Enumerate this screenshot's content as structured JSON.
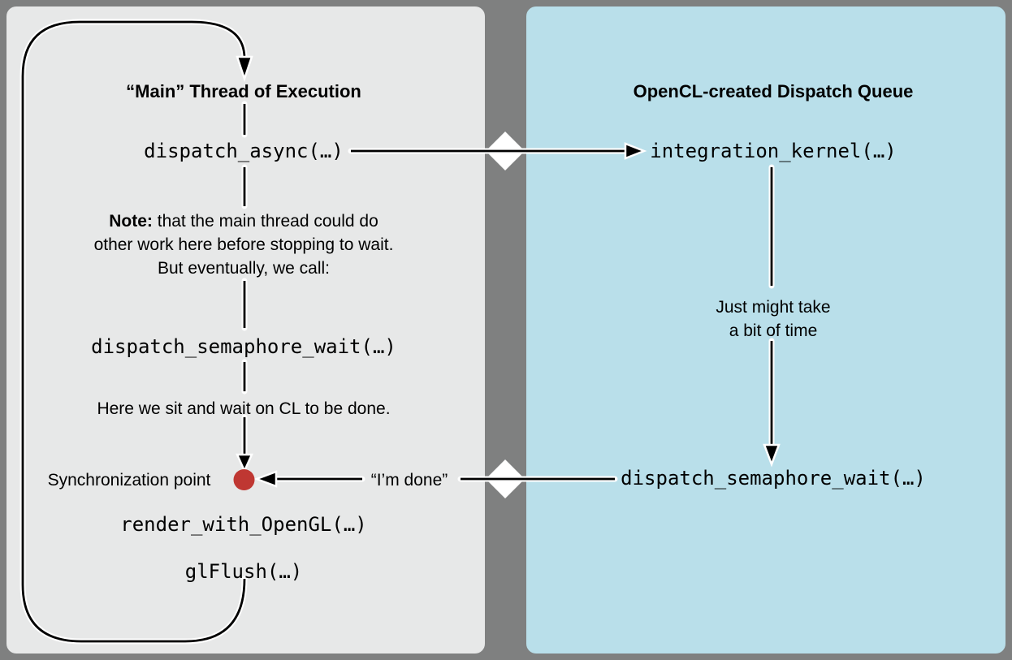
{
  "colors": {
    "background_gray": "#7f8080",
    "left_panel_bg": "#e7e8e8",
    "right_panel_bg": "#b9dfea",
    "line_ink": "#000000",
    "line_halo": "#ffffff",
    "sync_dot_red": "#bf3732",
    "text": "#000000"
  },
  "left_panel": {
    "title": "“Main” Thread of Execution",
    "dispatch_async": "dispatch_async(…)",
    "note_prefix": "Note:",
    "note_line1_rest": " that the main thread could do",
    "note_line2": "other work here before stopping to wait.",
    "note_line3": "But eventually, we call:",
    "dispatch_semaphore_wait": "dispatch_semaphore_wait(…)",
    "wait_caption": "Here we sit and wait on CL to be done.",
    "sync_point_label": "Synchronization point",
    "render_with_opengl": "render_with_OpenGL(…)",
    "gl_flush": "glFlush(…)"
  },
  "connector": {
    "im_done_label": "“I’m done”"
  },
  "right_panel": {
    "title": "OpenCL-created Dispatch Queue",
    "integration_kernel": "integration_kernel(…)",
    "delay_line1": "Just might take",
    "delay_line2": "a bit of time",
    "dispatch_semaphore_wait": "dispatch_semaphore_wait(…)"
  }
}
